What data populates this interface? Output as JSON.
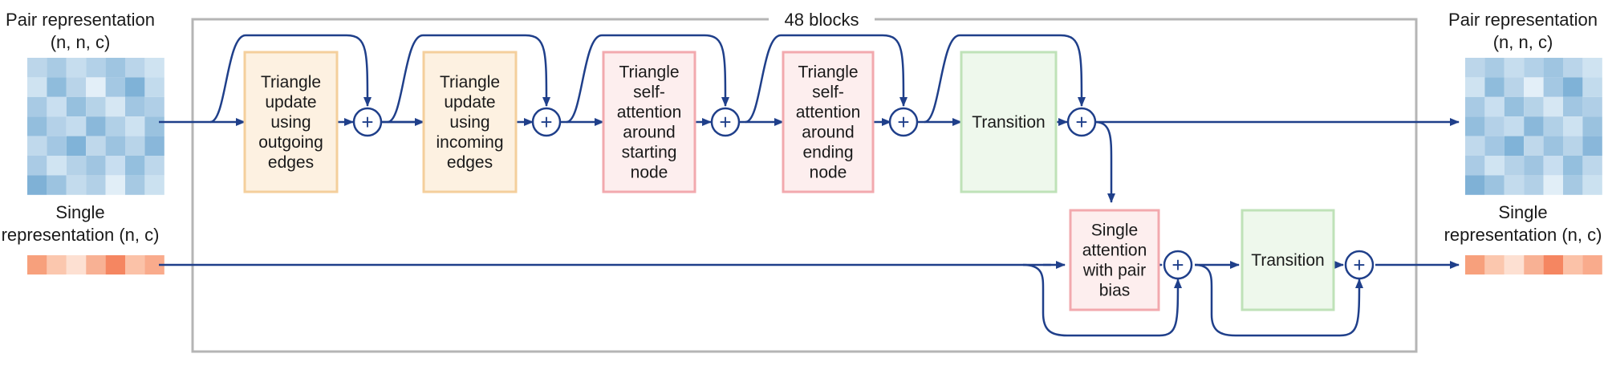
{
  "left_pair": {
    "title": "Pair representation",
    "dims": "(n, n, c)"
  },
  "left_single": {
    "title": "Single",
    "dims": "representation (n, c)"
  },
  "right_pair": {
    "title": "Pair representation",
    "dims": "(n, n, c)"
  },
  "right_single": {
    "title": "Single",
    "dims": "representation (n, c)"
  },
  "stack_label": "48 blocks",
  "plus_symbol": "+",
  "blocks": [
    {
      "name": "triangle-update-outgoing",
      "lines": [
        "Triangle",
        "update",
        "using",
        "outgoing",
        "edges"
      ],
      "fill": "#fdf1e1",
      "stroke": "#f4cf9c"
    },
    {
      "name": "triangle-update-incoming",
      "lines": [
        "Triangle",
        "update",
        "using",
        "incoming",
        "edges"
      ],
      "fill": "#fdf1e1",
      "stroke": "#f4cf9c"
    },
    {
      "name": "triangle-attention-starting",
      "lines": [
        "Triangle",
        "self-",
        "attention",
        "around",
        "starting",
        "node"
      ],
      "fill": "#fdeeee",
      "stroke": "#f2a9ae"
    },
    {
      "name": "triangle-attention-ending",
      "lines": [
        "Triangle",
        "self-",
        "attention",
        "around",
        "ending",
        "node"
      ],
      "fill": "#fdeeee",
      "stroke": "#f2a9ae"
    },
    {
      "name": "pair-transition",
      "lines": [
        "Transition"
      ],
      "fill": "#eef8ec",
      "stroke": "#bfe2b8"
    },
    {
      "name": "single-attention-pair-bias",
      "lines": [
        "Single",
        "attention",
        "with pair",
        "bias"
      ],
      "fill": "#fdeeee",
      "stroke": "#f2a9ae"
    },
    {
      "name": "single-transition",
      "lines": [
        "Transition"
      ],
      "fill": "#eef8ec",
      "stroke": "#bfe2b8"
    }
  ],
  "colors": {
    "arrow": "#1f3f8a",
    "frame": "#b5b5b5",
    "pair_grid": [
      [
        "#bcd6ea",
        "#a9cbe4",
        "#c6ddee",
        "#b3d1e8",
        "#9fc5e1",
        "#bad5ea",
        "#cfe3f1"
      ],
      [
        "#cfe3f1",
        "#8fbcdc",
        "#b9d4e9",
        "#e3eff8",
        "#a4c8e3",
        "#7fb2d7",
        "#c2dbed"
      ],
      [
        "#a8cae4",
        "#c9dff0",
        "#96c0de",
        "#b6d3e8",
        "#d6e7f3",
        "#a1c6e2",
        "#b0cfe7"
      ],
      [
        "#93bedd",
        "#b4d1e8",
        "#c4dcee",
        "#8ab8da",
        "#b1d0e7",
        "#cde2f1",
        "#9ac2df"
      ],
      [
        "#c0d9ec",
        "#a3c7e3",
        "#80b3d8",
        "#bfd8eb",
        "#9cc3e0",
        "#b8d4e9",
        "#89b7da"
      ],
      [
        "#aacbe5",
        "#d0e4f2",
        "#b5d2e8",
        "#a0c5e1",
        "#c8def0",
        "#94bfde",
        "#bdd7eb"
      ],
      [
        "#7fb1d6",
        "#9cc3e0",
        "#c3dbed",
        "#b2d0e7",
        "#e1eef7",
        "#a6c9e3",
        "#cbe1f0"
      ]
    ],
    "single_bar": [
      "#f7a07c",
      "#fbc7ae",
      "#fde0d2",
      "#f8b194",
      "#f58661",
      "#fbc2a8",
      "#f9ab8c"
    ]
  }
}
